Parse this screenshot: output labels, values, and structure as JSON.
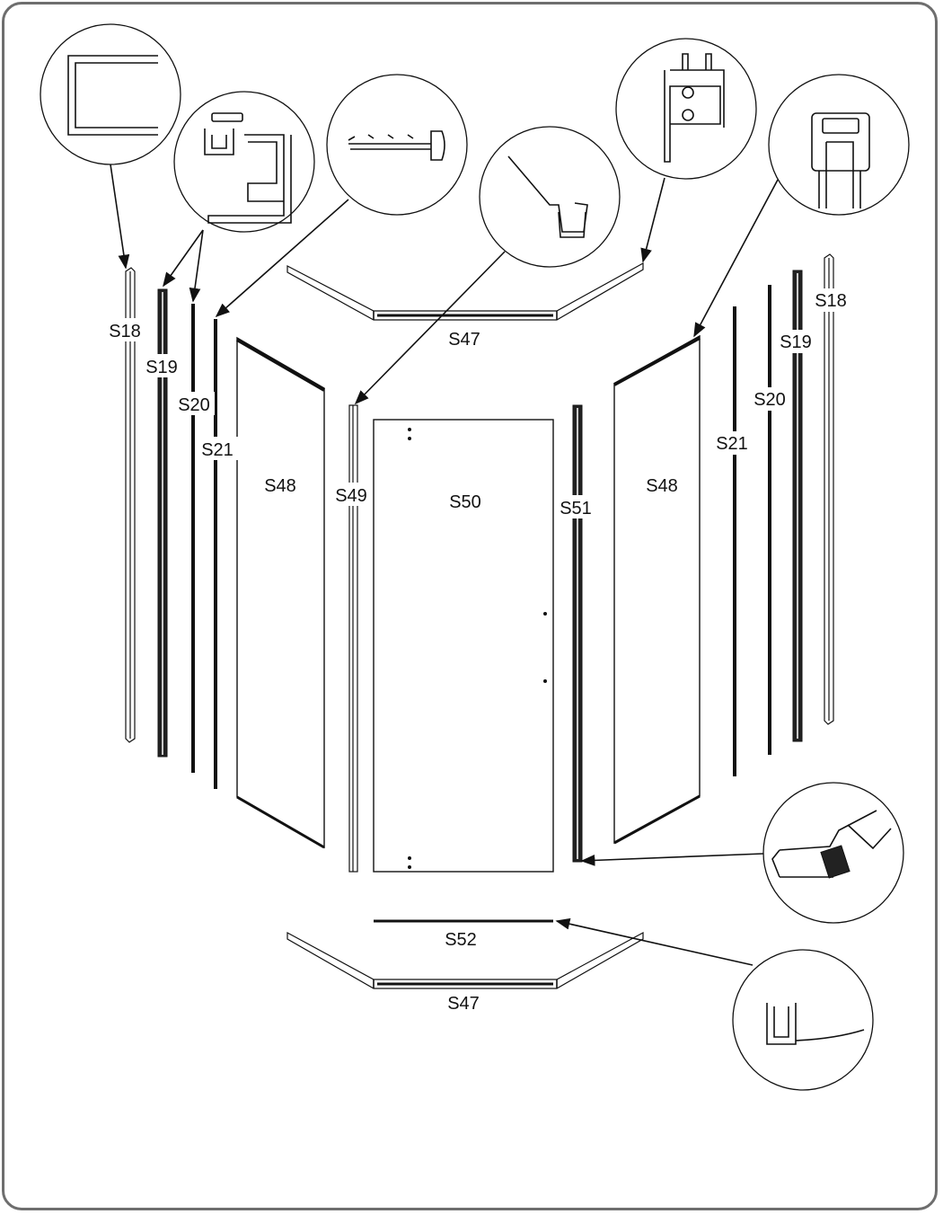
{
  "parts": {
    "s18_left": "S18",
    "s19_left": "S19",
    "s20_left": "S20",
    "s21_left": "S21",
    "s48_left": "S48",
    "s49": "S49",
    "s50": "S50",
    "s51": "S51",
    "s48_right": "S48",
    "s21_right": "S21",
    "s20_right": "S20",
    "s19_right": "S19",
    "s18_right": "S18",
    "s47_top": "S47",
    "s47_bottom": "S47",
    "s52": "S52"
  }
}
